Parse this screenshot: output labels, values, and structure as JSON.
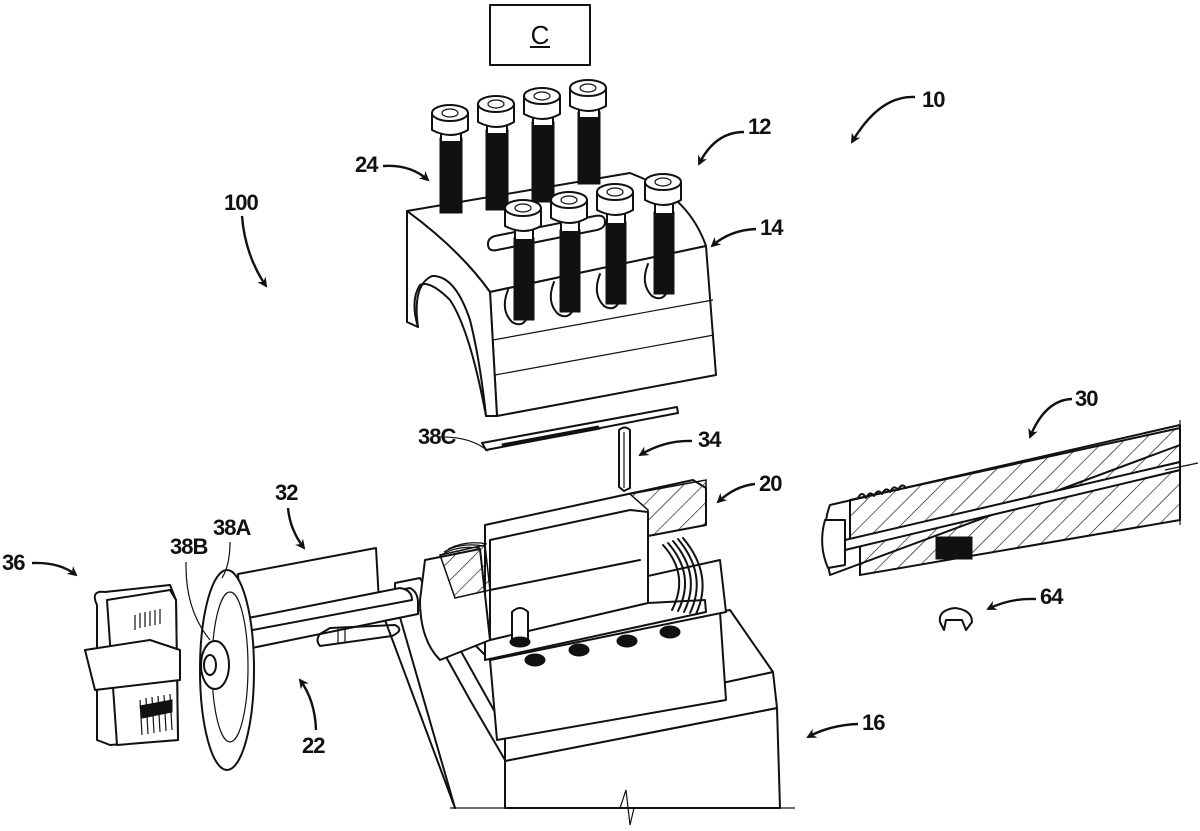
{
  "figure": {
    "view_label": "C",
    "view_label_underlined": true,
    "type": "patent exploded assembly drawing",
    "line_color": "#111111",
    "background_color": "#ffffff"
  },
  "reference_numerals": {
    "assembly": "10",
    "assembly_alt": "100",
    "upper_clamp": "12",
    "clamp_body": "14",
    "base": "16",
    "receiver": "20",
    "cartridge_holder": "22",
    "bolts": "24",
    "barrel": "30",
    "plate": "32",
    "pin": "34",
    "end_cap": "36",
    "seal_a": "38A",
    "seal_b": "38B",
    "seal_c": "38C",
    "insert": "64"
  }
}
